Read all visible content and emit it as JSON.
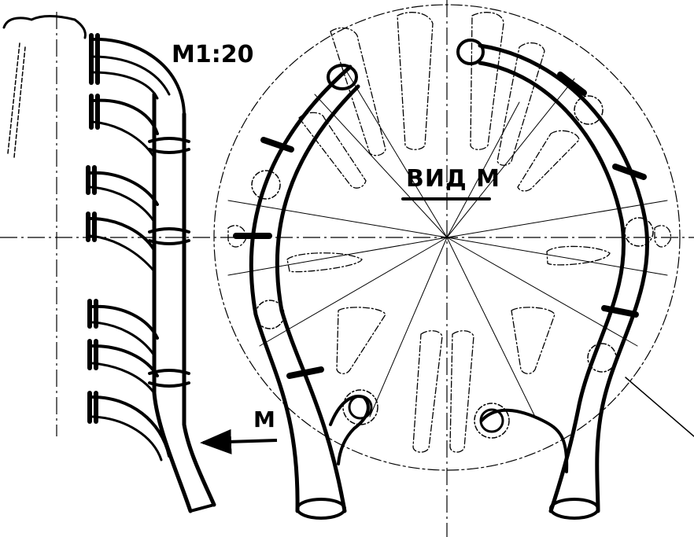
{
  "labels": {
    "scale": "M1:20",
    "view": "ВИД М",
    "arrow": "M"
  },
  "colors": {
    "ink": "#000000",
    "paper": "#ffffff"
  }
}
